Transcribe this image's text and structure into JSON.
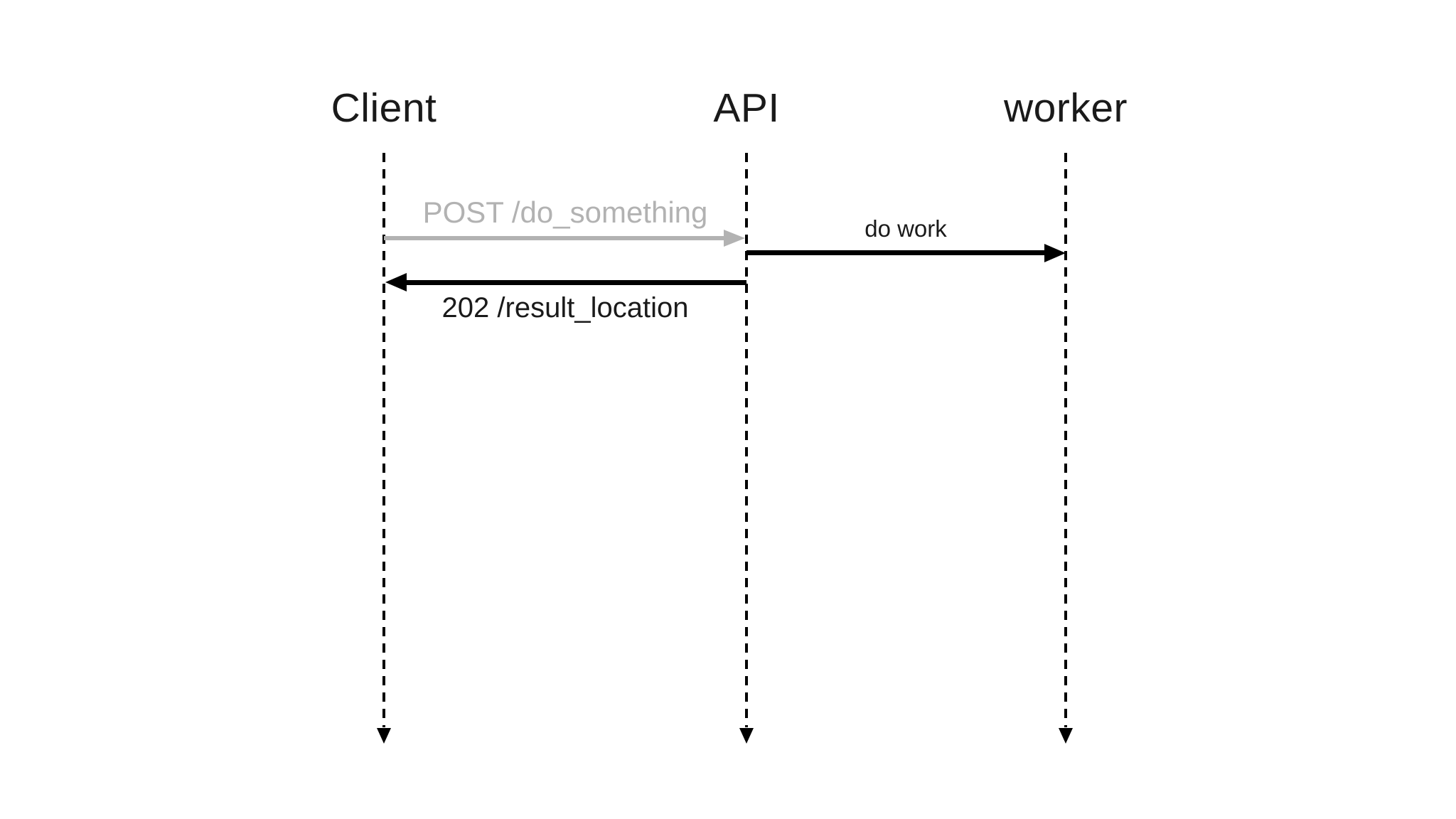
{
  "diagram": {
    "type": "sequence-diagram",
    "participants": [
      {
        "name": "Client"
      },
      {
        "name": "API"
      },
      {
        "name": "worker"
      }
    ],
    "messages": [
      {
        "label": "POST /do_something",
        "from": "Client",
        "to": "API",
        "direction": "right",
        "style": "muted"
      },
      {
        "label": "do work",
        "from": "API",
        "to": "worker",
        "direction": "right",
        "style": "normal"
      },
      {
        "label": "202 /result_location",
        "from": "API",
        "to": "Client",
        "direction": "left",
        "style": "normal"
      }
    ],
    "colors": {
      "background": "#ffffff",
      "line": "#000000",
      "text": "#1a1a1a",
      "muted": "#b2b2b2"
    }
  }
}
